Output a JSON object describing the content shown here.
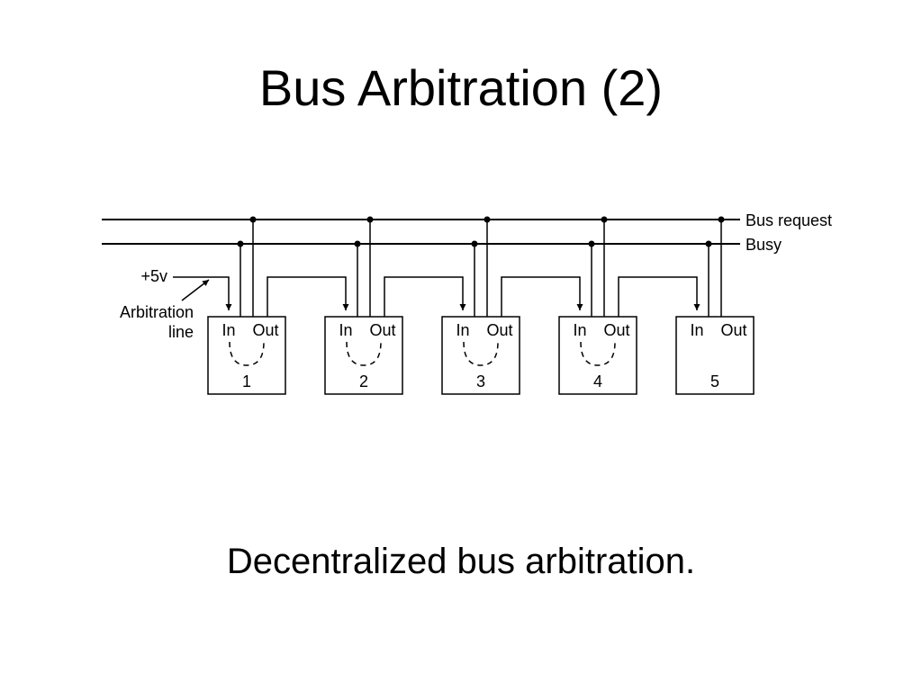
{
  "slide": {
    "title": "Bus Arbitration (2)",
    "caption": "Decentralized bus arbitration."
  },
  "diagram": {
    "lines": {
      "bus_request": "Bus request",
      "busy": "Busy"
    },
    "voltage_label": "+5v",
    "arbitration_label_1": "Arbitration",
    "arbitration_label_2": "line",
    "devices": [
      {
        "id": "1",
        "in_label": "In",
        "out_label": "Out",
        "passthrough": true
      },
      {
        "id": "2",
        "in_label": "In",
        "out_label": "Out",
        "passthrough": true
      },
      {
        "id": "3",
        "in_label": "In",
        "out_label": "Out",
        "passthrough": true
      },
      {
        "id": "4",
        "in_label": "In",
        "out_label": "Out",
        "passthrough": true
      },
      {
        "id": "5",
        "in_label": "In",
        "out_label": "Out",
        "passthrough": false
      }
    ]
  }
}
